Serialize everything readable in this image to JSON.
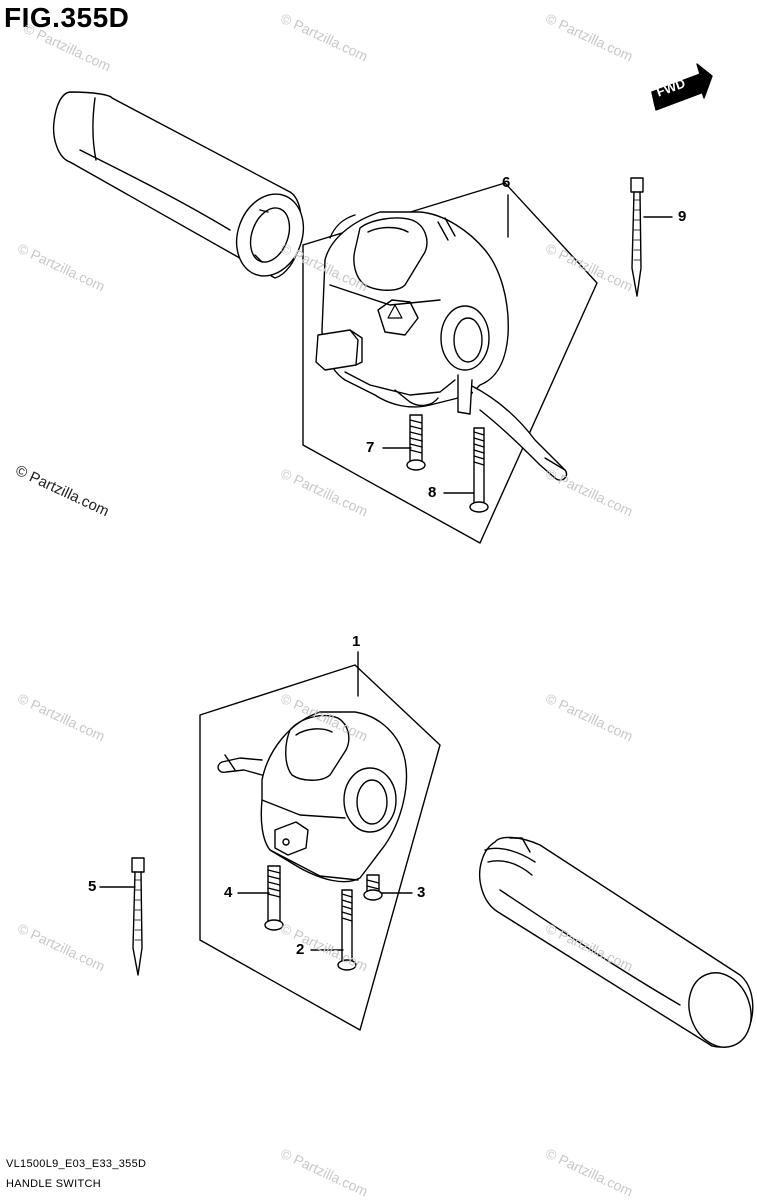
{
  "figure": {
    "title": "FIG.355D"
  },
  "fwd_label": "FWD",
  "callouts": {
    "p1": "1",
    "p2": "2",
    "p3": "3",
    "p4": "4",
    "p5": "5",
    "p6": "6",
    "p7": "7",
    "p8": "8",
    "p9": "9"
  },
  "footer": {
    "model_code": "VL1500L9_E03_E33_355D",
    "section_name": "HANDLE SWITCH"
  },
  "watermark": {
    "text": "© Partzilla.com",
    "main_text": "© Partzilla.com"
  }
}
